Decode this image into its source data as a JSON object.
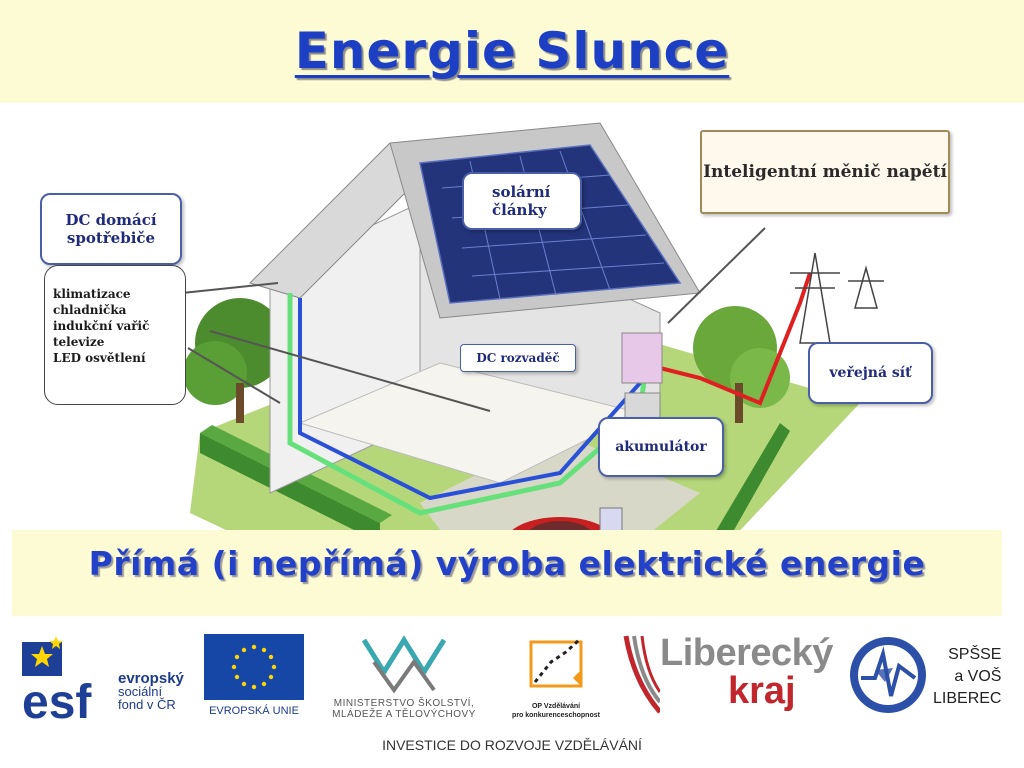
{
  "slide": {
    "title": "Energie Slunce",
    "subtitle": "Přímá (i nepřímá) výroba elektrické energie"
  },
  "illustration": {
    "callouts": {
      "dc_appliances_title": "DC domácí spotřebiče",
      "solar_panels": "solární články",
      "dc_switchboard": "DC rozvaděč",
      "accumulator": "akumulátor",
      "public_grid": "veřejná síť",
      "inverter": "Inteligentní měnič napětí"
    },
    "appliances": [
      "klimatizace",
      "chladnička",
      "indukční vařič",
      "televize",
      "LED osvětlení"
    ]
  },
  "footer": {
    "esf": {
      "line1": "evropský",
      "line2": "sociální",
      "line3": "fond v ČR"
    },
    "eu": "EVROPSKÁ UNIE",
    "msmt": {
      "line1": "MINISTERSTVO ŠKOLSTVÍ,",
      "line2": "MLÁDEŽE A TĚLOVÝCHOVY"
    },
    "opvk": {
      "line1": "OP Vzdělávání",
      "line2": "pro konkurenceschopnost"
    },
    "liberec": {
      "line1": "Liberecký",
      "line2": "kraj"
    },
    "spsse": {
      "line1": "SPŠSE",
      "line2": "a VOŠ",
      "line3": "LIBEREC"
    },
    "investice": "INVESTICE DO ROZVOJE VZDĚLÁVÁNÍ"
  }
}
